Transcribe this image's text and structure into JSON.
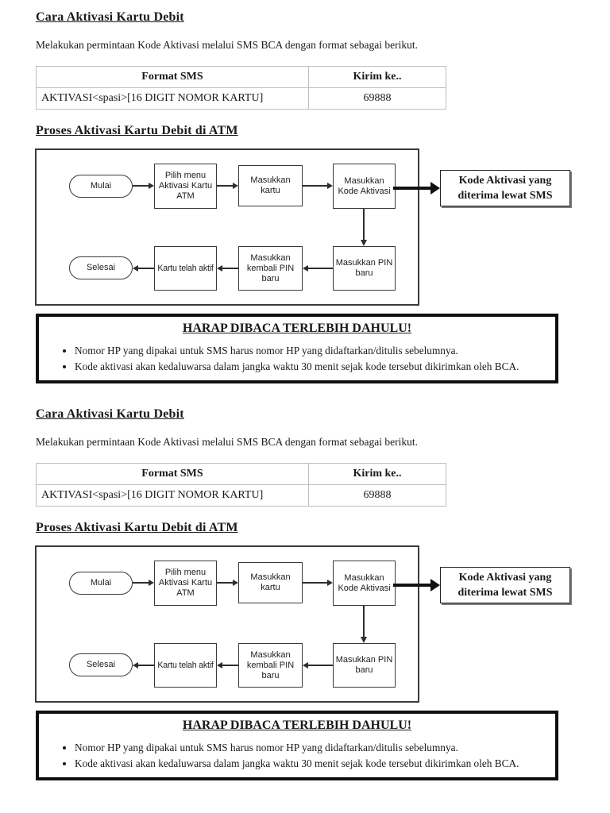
{
  "style": {
    "ink": "#1a1a1a",
    "table_border": "#bfbfbf",
    "flow_border": "#3a3a3a"
  },
  "sections": [
    {
      "title": "Cara Aktivasi Kartu Debit",
      "intro": "Melakukan permintaan Kode Aktivasi melalui SMS BCA dengan format sebagai berikut.",
      "table": {
        "headers": [
          "Format SMS",
          "Kirim ke.."
        ],
        "rows": [
          [
            "AKTIVASI<spasi>[16 DIGIT NOMOR KARTU]",
            "69888"
          ]
        ]
      },
      "flow_title": "Proses Aktivasi Kartu Debit di ATM",
      "flowchart": {
        "start": "Mulai",
        "steps": [
          "Pilih menu Aktivasi Kartu ATM",
          "Masukkan kartu",
          "Masukkan Kode Aktivasi",
          "Masukkan PIN baru",
          "Masukkan kembali PIN baru",
          "Kartu telah aktif"
        ],
        "end": "Selesai",
        "side_note": "Kode Aktivasi yang diterima lewat SMS"
      },
      "warning": {
        "title": "HARAP DIBACA TERLEBIH DAHULU!",
        "bullets": [
          "Nomor HP yang dipakai untuk SMS harus nomor HP yang didaftarkan/ditulis sebelumnya.",
          "Kode aktivasi akan kedaluwarsa dalam jangka waktu 30 menit sejak kode tersebut dikirimkan oleh BCA."
        ]
      }
    },
    {
      "title": "Cara Aktivasi Kartu Debit",
      "intro": "Melakukan permintaan Kode Aktivasi melalui SMS BCA dengan format sebagai berikut.",
      "table": {
        "headers": [
          "Format SMS",
          "Kirim ke.."
        ],
        "rows": [
          [
            "AKTIVASI<spasi>[16 DIGIT NOMOR KARTU]",
            "69888"
          ]
        ]
      },
      "flow_title": "Proses Aktivasi Kartu Debit di ATM",
      "flowchart": {
        "start": "Mulai",
        "steps": [
          "Pilih menu Aktivasi Kartu ATM",
          "Masukkan kartu",
          "Masukkan Kode Aktivasi",
          "Masukkan PIN baru",
          "Masukkan kembali PIN baru",
          "Kartu telah aktif"
        ],
        "end": "Selesai",
        "side_note": "Kode Aktivasi yang diterima lewat SMS"
      },
      "warning": {
        "title": "HARAP DIBACA TERLEBIH DAHULU!",
        "bullets": [
          "Nomor HP yang dipakai untuk SMS harus nomor HP yang didaftarkan/ditulis sebelumnya.",
          "Kode aktivasi akan kedaluwarsa dalam jangka waktu 30 menit sejak kode tersebut dikirimkan oleh BCA."
        ]
      }
    }
  ]
}
